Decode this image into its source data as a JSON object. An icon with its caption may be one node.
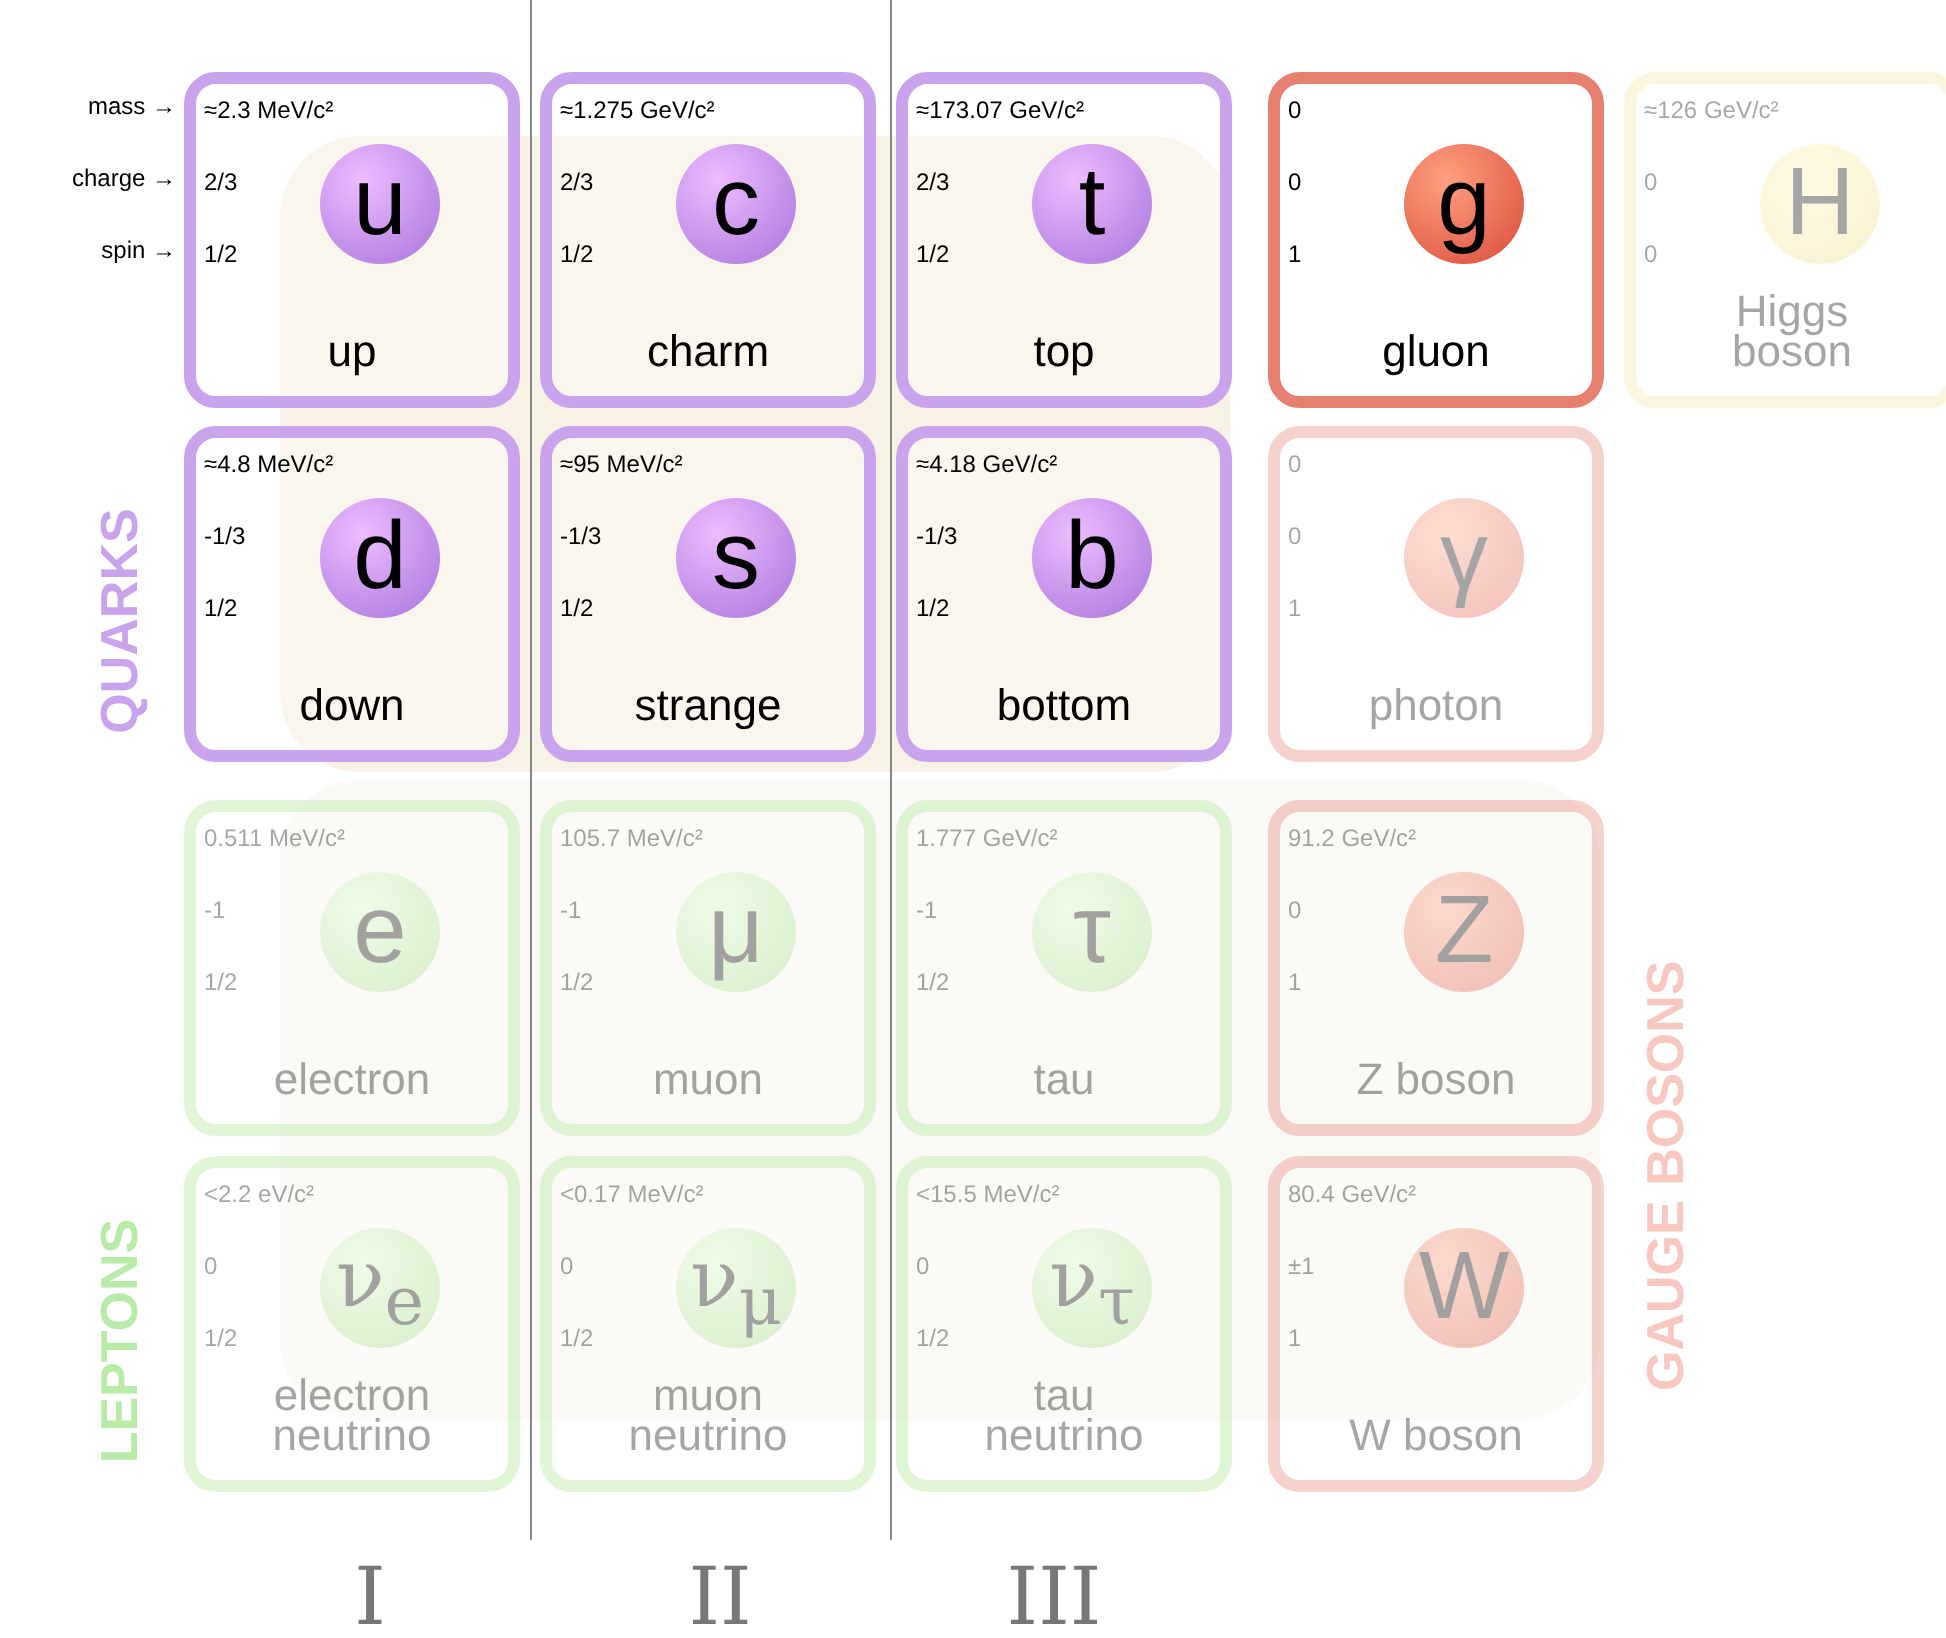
{
  "diagram": {
    "nodes": [
      {
        "text": [
          "≈2.3 MeV/c²",
          "2/3",
          "1/2",
          "up"
        ]
      },
      {
        "text": [
          "u"
        ],
        "in": 0
      },
      {
        "text": [
          "≈1.275 GeV/c²",
          "2/3",
          "1/2",
          "charm"
        ]
      },
      {
        "text": [
          "c"
        ],
        "in": 2
      },
      {
        "text": [
          "≈173.07 GeV/c²",
          "2/3",
          "1/2",
          "top"
        ]
      },
      {
        "text": [
          "t"
        ],
        "in": 4
      },
      {
        "text": [
          "0",
          "0",
          "1",
          "gluon"
        ]
      },
      {
        "text": [
          "g"
        ],
        "in": 6
      },
      {
        "text": [
          "≈126 GeV/c²",
          "0",
          "0",
          "Higgs boson"
        ]
      },
      {
        "text": [
          "H"
        ],
        "in": 8
      },
      {
        "text": [
          "≈4.8 MeV/c²",
          "-1/3",
          "1/2",
          "down"
        ]
      },
      {
        "text": [
          "d"
        ],
        "in": 10
      },
      {
        "text": [
          "≈95 MeV/c²",
          "-1/3",
          "1/2",
          "strange"
        ]
      },
      {
        "text": [
          "s"
        ],
        "in": 12
      },
      {
        "text": [
          "≈4.18 GeV/c²",
          "-1/3",
          "1/2",
          "bottom"
        ]
      },
      {
        "text": [
          "b"
        ],
        "in": 14
      },
      {
        "text": [
          "0",
          "0",
          "1",
          "photon"
        ]
      },
      {
        "text": [
          "γ"
        ],
        "in": 16
      },
      {
        "text": [
          "0.511 MeV/c²",
          "-1",
          "1/2",
          "electron"
        ]
      },
      {
        "text": [
          "e"
        ],
        "in": 18
      },
      {
        "text": [
          "105.7 MeV/c²",
          "-1",
          "1/2",
          "muon"
        ]
      },
      {
        "text": [
          "μ"
        ],
        "in": 20
      },
      {
        "text": [
          "1.777 GeV/c²",
          "-1",
          "1/2",
          "tau"
        ]
      },
      {
        "text": [
          "τ"
        ],
        "in": 22
      },
      {
        "text": [
          "91.2 GeV/c²",
          "0",
          "1",
          "Z boson"
        ]
      },
      {
        "text": [
          "Z"
        ],
        "in": 24
      },
      {
        "text": [
          "<2.2 eV/c²",
          "0",
          "1/2",
          "electron neutrino"
        ]
      },
      {
        "text": [
          "ν$_{e}$"
        ],
        "in": 26
      },
      {
        "text": [
          "<0.17 MeV/c²",
          "0",
          "1/2",
          "muon neutrino"
        ]
      },
      {
        "text": [
          "ν$_{μ}$"
        ],
        "in": 28
      },
      {
        "text": [
          "<15.5 MeV/c²",
          "0",
          "1/2",
          "tau neutrino"
        ]
      },
      {
        "text": [
          "ν$_{τ}$"
        ],
        "in": 30
      },
      {
        "text": [
          "80.4 GeV/c²",
          "±1",
          "1",
          "W boson"
        ]
      },
      {
        "text": [
          "W"
        ],
        "in": 32
      }
    ],
    "labels": [
      "mass →",
      "charge →",
      "spin →",
      "QUARKS",
      "LEPTONS",
      "GAUGE BOSONS",
      "I",
      "II",
      "III"
    ]
  }
}
